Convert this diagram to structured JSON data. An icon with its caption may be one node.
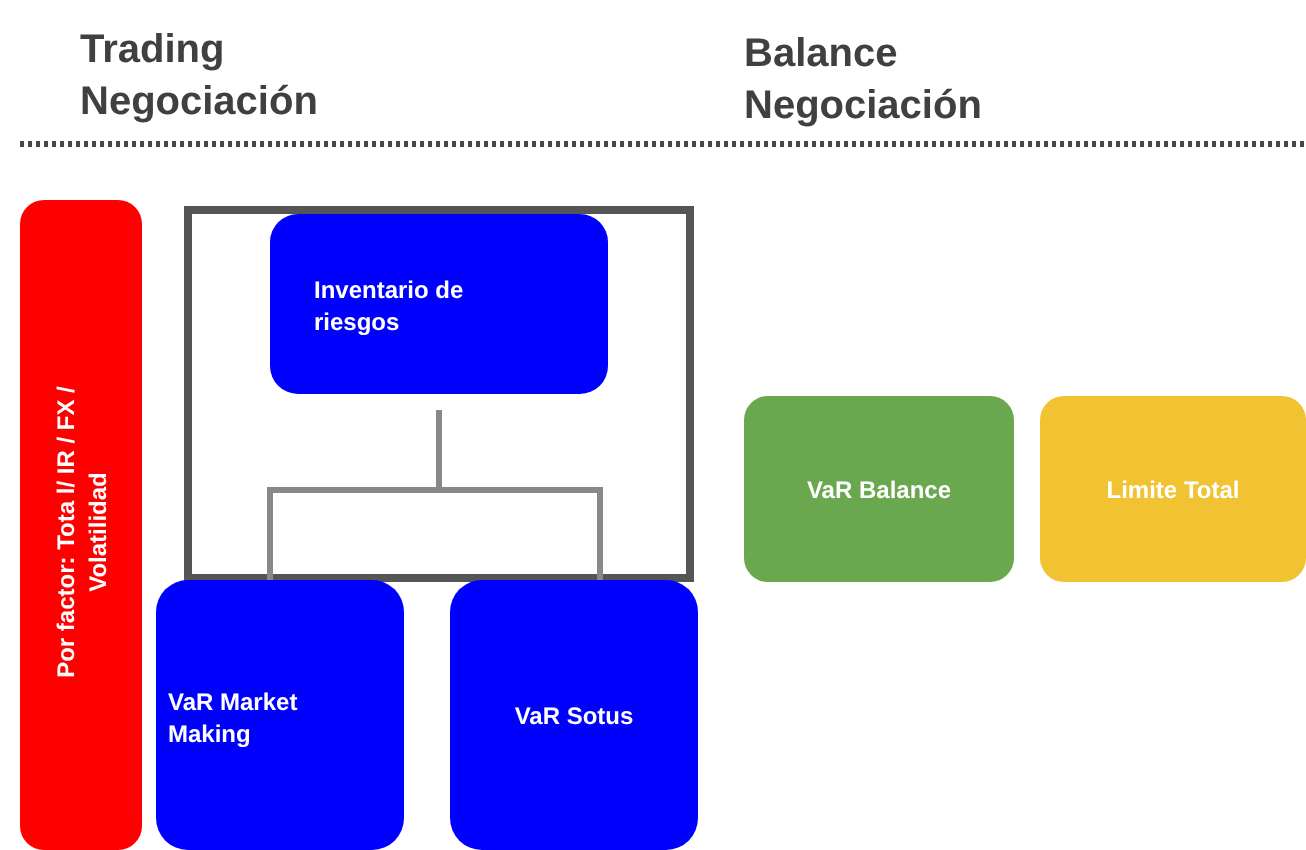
{
  "diagram": {
    "nodes": [
      {
        "text": [
          "Por factor: Tota l/ IR / FX / Volatilidad"
        ]
      },
      {
        "text": [],
        "shape": "box"
      },
      {
        "text": [
          "Inventario de riesgos"
        ],
        "in": 1
      },
      {
        "text": [
          "VaR Market Making"
        ]
      },
      {
        "text": [
          "VaR Sotus"
        ]
      },
      {
        "text": [
          "VaR Balance"
        ]
      },
      {
        "text": [
          "Limite Total"
        ]
      }
    ],
    "edges": [
      {
        "from": 2,
        "to": 3,
        "arrow": "none"
      },
      {
        "from": 2,
        "to": 4,
        "arrow": "none"
      }
    ],
    "labels": [
      "Trading Negociación",
      "Balance Negociación"
    ]
  }
}
